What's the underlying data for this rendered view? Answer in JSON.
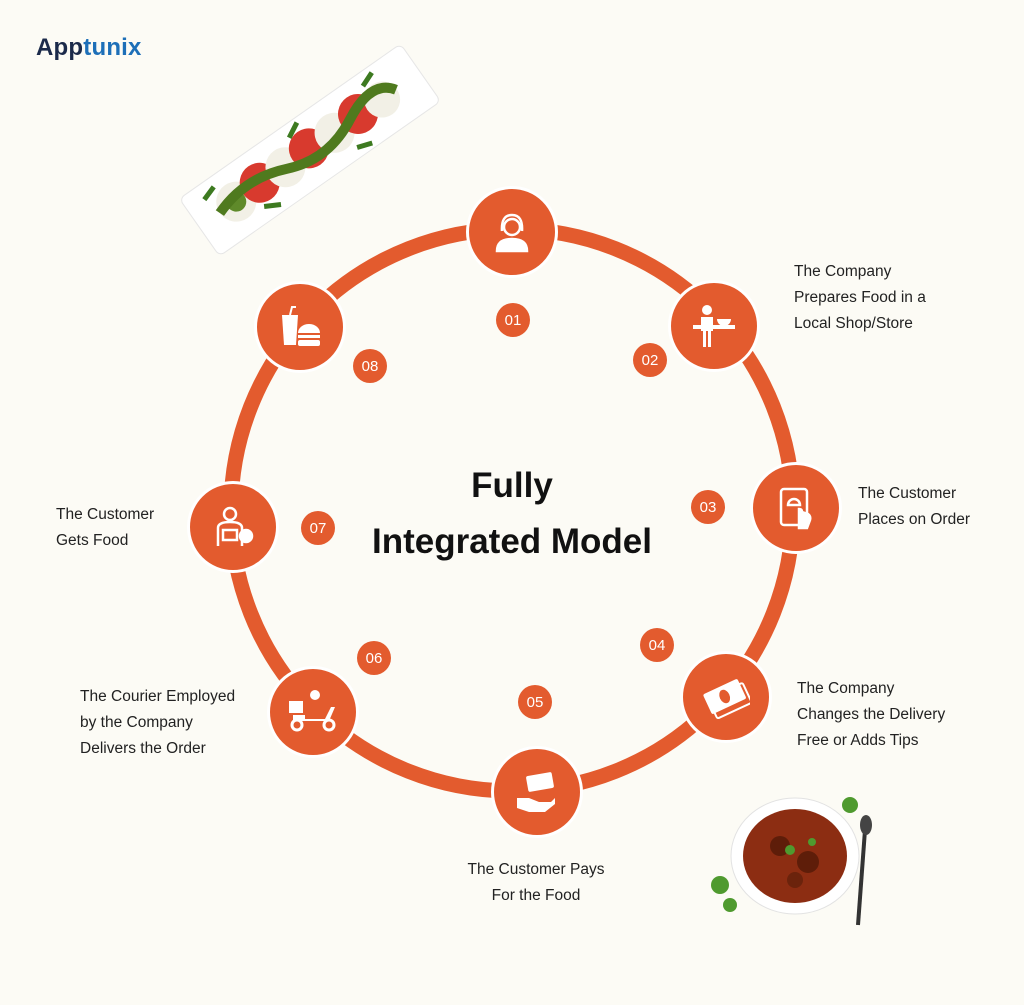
{
  "logo": {
    "prefix": "App",
    "suffix": "tunix"
  },
  "title": {
    "line1": "Fully",
    "line2": "Integrated Model"
  },
  "colors": {
    "accent": "#e35b2e",
    "background": "#fcfbf5"
  },
  "steps": [
    {
      "number": "01",
      "icon": "woman-customer-icon",
      "label": ""
    },
    {
      "number": "02",
      "icon": "chef-cooking-icon",
      "label": [
        "The Company",
        "Prepares Food in a",
        "Local Shop/Store"
      ]
    },
    {
      "number": "03",
      "icon": "tablet-order-icon",
      "label": [
        "The Customer",
        "Places on Order"
      ]
    },
    {
      "number": "04",
      "icon": "cash-money-icon",
      "label": [
        "The Company",
        "Changes the Delivery",
        "Free or Adds Tips"
      ]
    },
    {
      "number": "05",
      "icon": "hand-payment-icon",
      "label": [
        "The Customer Pays",
        "For the Food"
      ]
    },
    {
      "number": "06",
      "icon": "courier-scooter-icon",
      "label": [
        "The Courier Employed",
        "by the Company",
        "Delivers the Order"
      ]
    },
    {
      "number": "07",
      "icon": "customer-received-icon",
      "label": [
        "The Customer",
        "Gets Food"
      ]
    },
    {
      "number": "08",
      "icon": "fast-food-icon",
      "label": ""
    }
  ]
}
